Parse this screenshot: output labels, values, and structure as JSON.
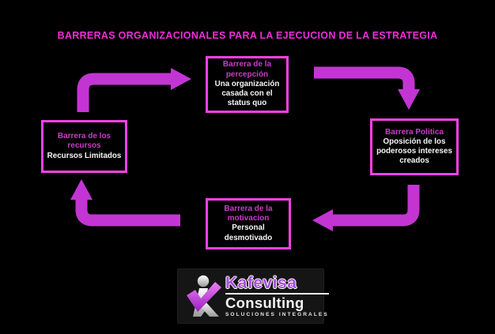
{
  "title": {
    "text": "BARRERAS ORGANIZACIONALES PARA LA EJECUCION DE LA ESTRATEGIA",
    "color": "#ee2ed8"
  },
  "boxes": [
    {
      "id": "percepcion",
      "position": "top",
      "heading": "Barrera de la percepción",
      "body": "Una organización casada con el status quo"
    },
    {
      "id": "politica",
      "position": "right",
      "heading": "Barrera Politica",
      "body": "Oposición de los poderosos intereses creados"
    },
    {
      "id": "motivacion",
      "position": "bottom",
      "heading": "Barrera de la motivacion",
      "body": "Personal desmotivado"
    },
    {
      "id": "recursos",
      "position": "left",
      "heading": "Barrera de los recursos",
      "body": "Recursos Limitados"
    }
  ],
  "flow": {
    "type": "cycle",
    "arrows": [
      {
        "from": "recursos",
        "to": "percepcion"
      },
      {
        "from": "percepcion",
        "to": "politica"
      },
      {
        "from": "politica",
        "to": "motivacion"
      },
      {
        "from": "motivacion",
        "to": "recursos"
      }
    ]
  },
  "logo": {
    "brand": "Kafevisa",
    "sub": "Consulting",
    "tagline": "SOLUCIONES INTEGRALES",
    "icon": "kafevisa-k-person-icon"
  },
  "colors": {
    "background": "#000000",
    "arrow": "#c335d3",
    "box_border": "#fa41ea",
    "box_heading": "#cb3cc6",
    "box_body": "#f6f6f6",
    "title": "#ee2ed8",
    "brand_purple": "#a54fd6"
  }
}
